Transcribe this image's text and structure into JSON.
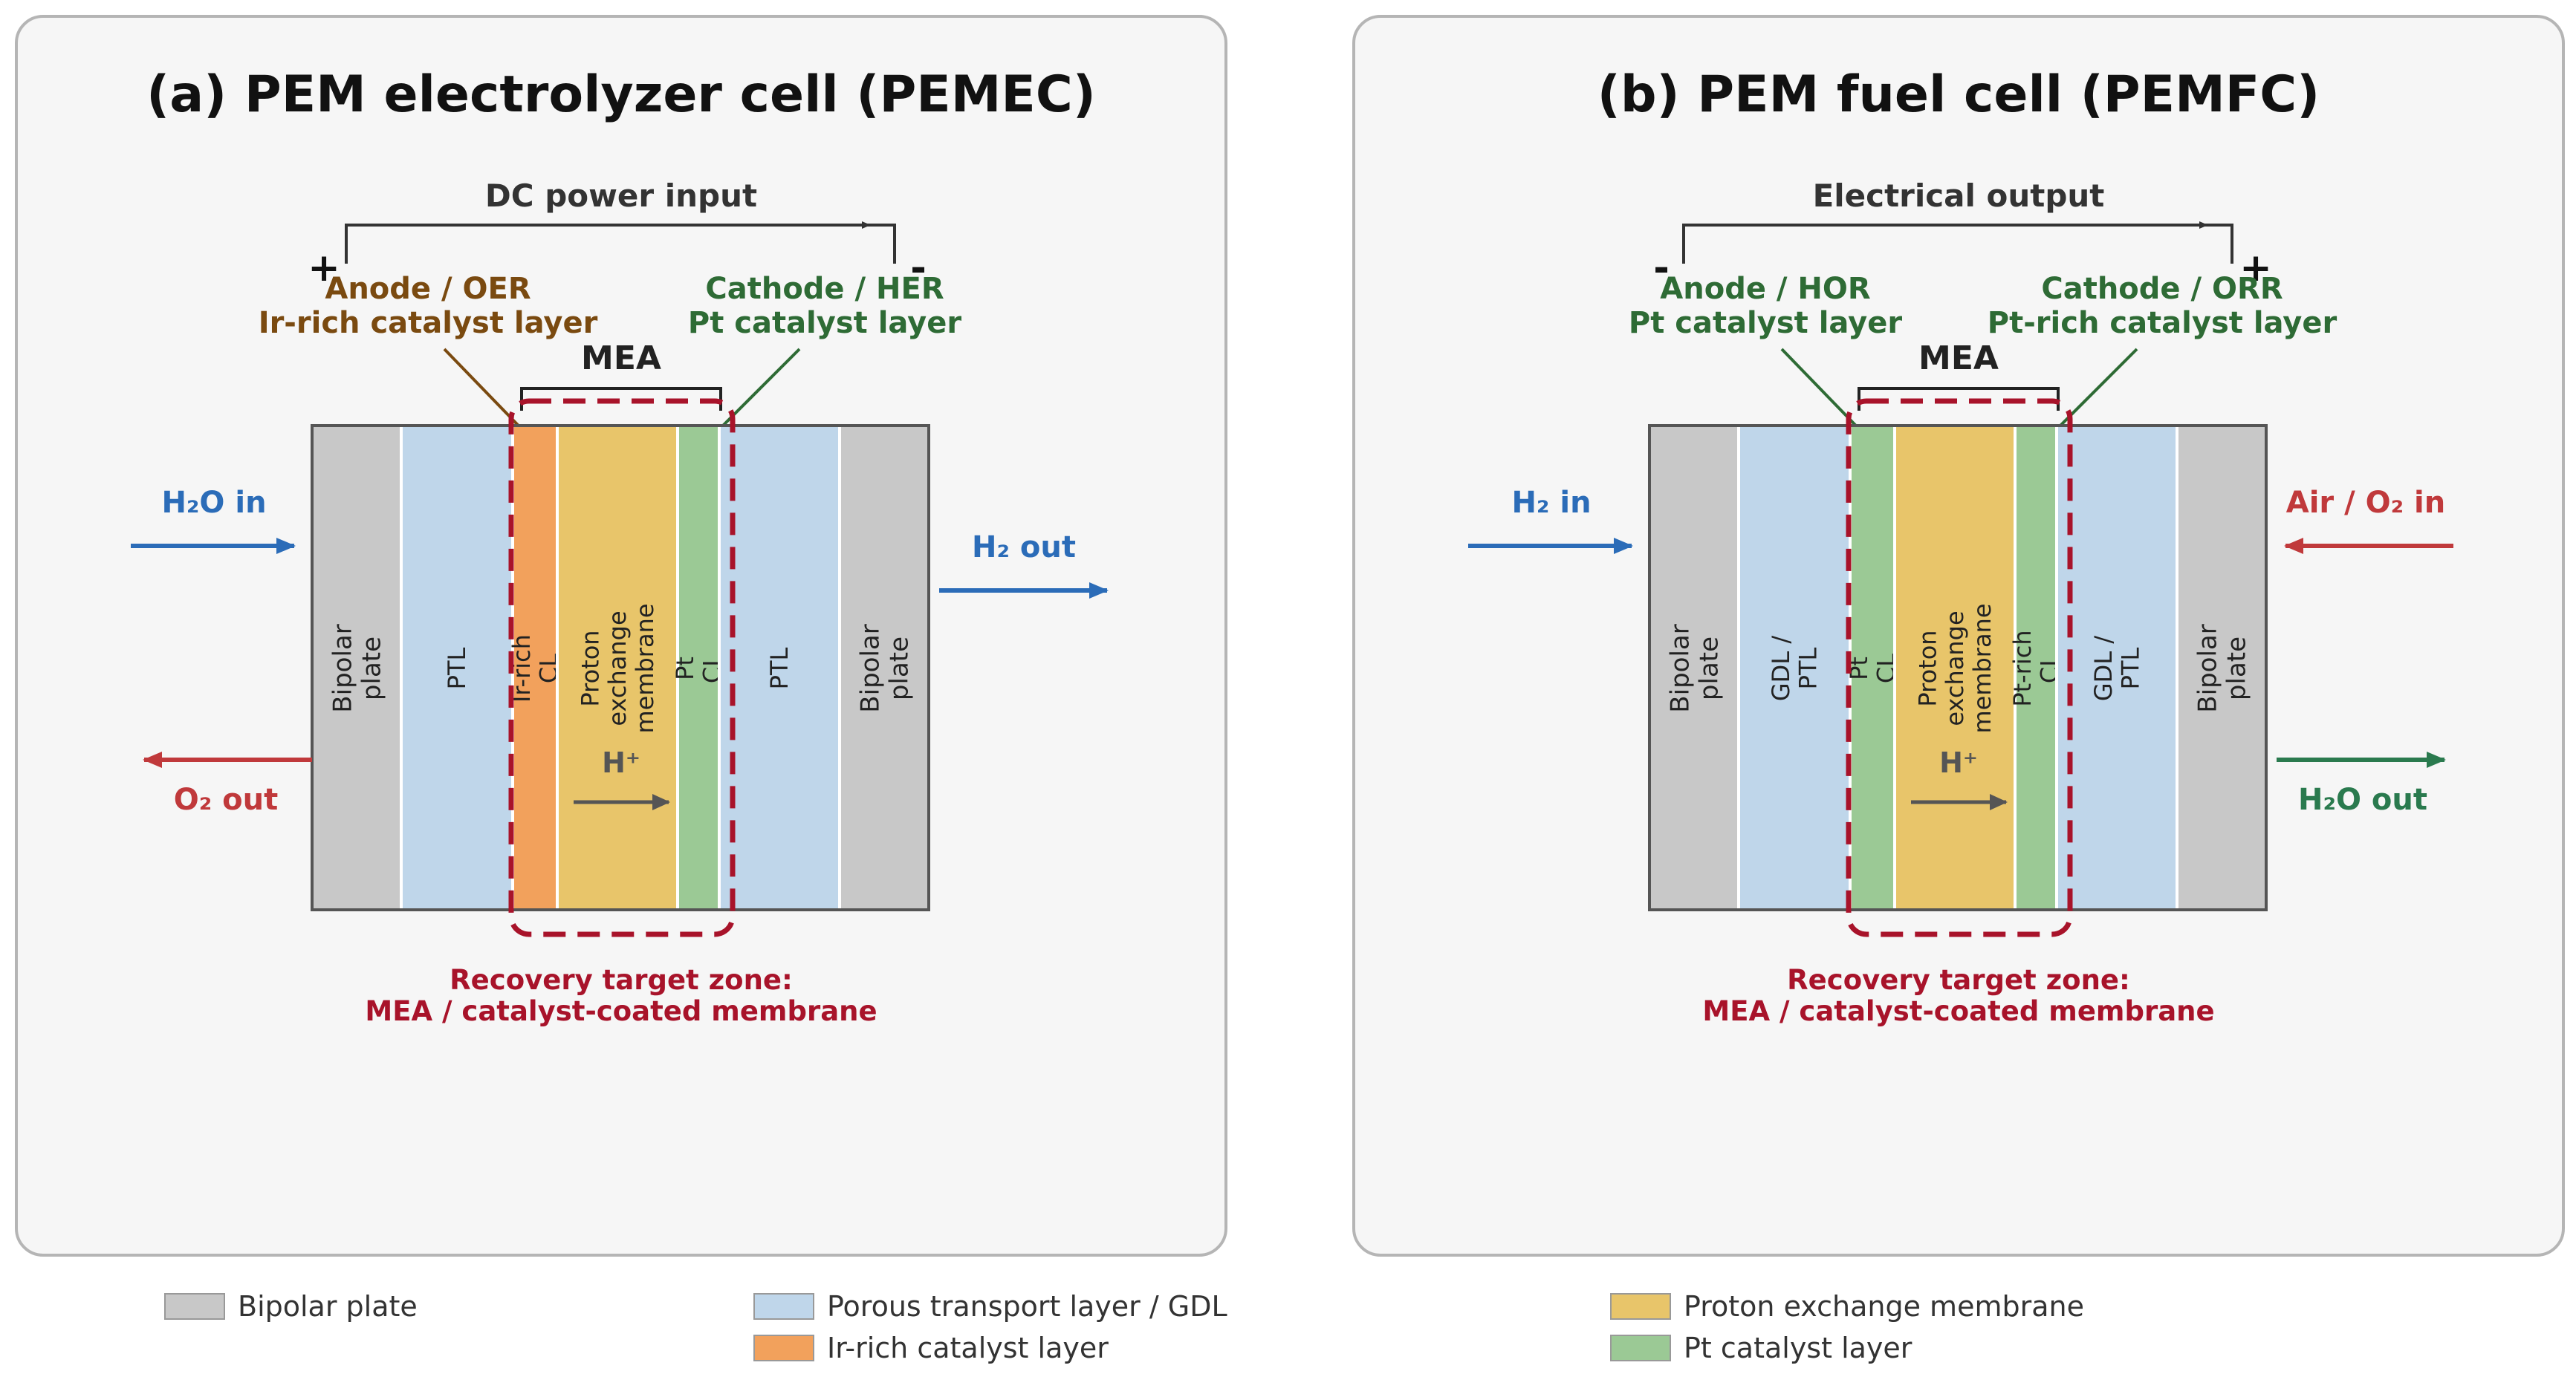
{
  "panels": [
    {
      "id": "pemec",
      "title": "(a) PEM electrolyzer cell (PEMEC)",
      "power_label": "DC power input",
      "left_sign": "+",
      "right_sign": "-",
      "left_catalyst_title": "Anode / OER",
      "left_catalyst_sub": "Ir-rich catalyst layer",
      "left_catalyst_color": "#7a4a10",
      "right_catalyst_title": "Cathode / HER",
      "right_catalyst_sub": "Pt catalyst layer",
      "right_catalyst_color": "#2e6b35",
      "mea_label": "MEA",
      "proton_label": "H⁺",
      "recovery_line1": "Recovery target zone:",
      "recovery_line2": "MEA / catalyst-coated membrane",
      "layers": [
        {
          "key": "bipolar",
          "color": "#c8c8c8",
          "label1": "Bipolar",
          "label2": "plate"
        },
        {
          "key": "ptl",
          "color": "#bfd6ea",
          "label1": "PTL",
          "label2": ""
        },
        {
          "key": "ir_cl",
          "color": "#f2a15c",
          "label1": "Ir-rich",
          "label2": "CL"
        },
        {
          "key": "membrane",
          "color": "#e8c56a",
          "label1": "Proton",
          "label2": "exchange",
          "label3": "membrane"
        },
        {
          "key": "pt_cl",
          "color": "#9bc995",
          "label1": "Pt",
          "label2": "CL"
        },
        {
          "key": "ptl",
          "color": "#bfd6ea",
          "label1": "PTL",
          "label2": ""
        },
        {
          "key": "bipolar",
          "color": "#c8c8c8",
          "label1": "Bipolar",
          "label2": "plate"
        }
      ],
      "flows": [
        {
          "key": "h2o-in",
          "label": "H₂O in",
          "color": "#2b6cb8"
        },
        {
          "key": "o2-out",
          "label": "O₂ out",
          "color": "#c0393b"
        },
        {
          "key": "h2-out",
          "label": "H₂ out",
          "color": "#2b6cb8"
        }
      ]
    },
    {
      "id": "pemfc",
      "title": "(b) PEM fuel cell (PEMFC)",
      "power_label": "Electrical output",
      "left_sign": "-",
      "right_sign": "+",
      "left_catalyst_title": "Anode / HOR",
      "left_catalyst_sub": "Pt catalyst layer",
      "left_catalyst_color": "#2e6b35",
      "right_catalyst_title": "Cathode / ORR",
      "right_catalyst_sub": "Pt-rich catalyst layer",
      "right_catalyst_color": "#2e6b35",
      "mea_label": "MEA",
      "proton_label": "H⁺",
      "recovery_line1": "Recovery target zone:",
      "recovery_line2": "MEA / catalyst-coated membrane",
      "layers": [
        {
          "key": "bipolar",
          "color": "#c8c8c8",
          "label1": "Bipolar",
          "label2": "plate"
        },
        {
          "key": "gdl",
          "color": "#bfd6ea",
          "label1": "GDL /",
          "label2": "PTL"
        },
        {
          "key": "pt_cl",
          "color": "#9bc995",
          "label1": "Pt",
          "label2": "CL"
        },
        {
          "key": "membrane",
          "color": "#e8c56a",
          "label1": "Proton",
          "label2": "exchange",
          "label3": "membrane"
        },
        {
          "key": "ptrich_cl",
          "color": "#9bc995",
          "label1": "Pt-rich",
          "label2": "CL"
        },
        {
          "key": "gdl",
          "color": "#bfd6ea",
          "label1": "GDL /",
          "label2": "PTL"
        },
        {
          "key": "bipolar",
          "color": "#c8c8c8",
          "label1": "Bipolar",
          "label2": "plate"
        }
      ],
      "flows": [
        {
          "key": "h2-in",
          "label": "H₂ in",
          "color": "#2b6cb8"
        },
        {
          "key": "air-in",
          "label": "Air / O₂ in",
          "color": "#c0393b"
        },
        {
          "key": "h2o-out",
          "label": "H₂O out",
          "color": "#2a7a4e"
        }
      ]
    }
  ],
  "colors": {
    "recovery": "#a8132a",
    "frame_border": "#b5b5b5",
    "frame_fill": "#f6f6f6",
    "cell_border": "#555555",
    "text_dark": "#222222",
    "proton_arrow": "#555555"
  },
  "legend": [
    {
      "label": "Bipolar plate",
      "color": "#c8c8c8"
    },
    {
      "label": "Porous transport layer / GDL",
      "color": "#bfd6ea"
    },
    {
      "label": "Ir-rich catalyst layer",
      "color": "#f2a15c"
    },
    {
      "label": "Proton exchange membrane",
      "color": "#e8c56a"
    },
    {
      "label": "Pt catalyst layer",
      "color": "#9bc995"
    }
  ]
}
